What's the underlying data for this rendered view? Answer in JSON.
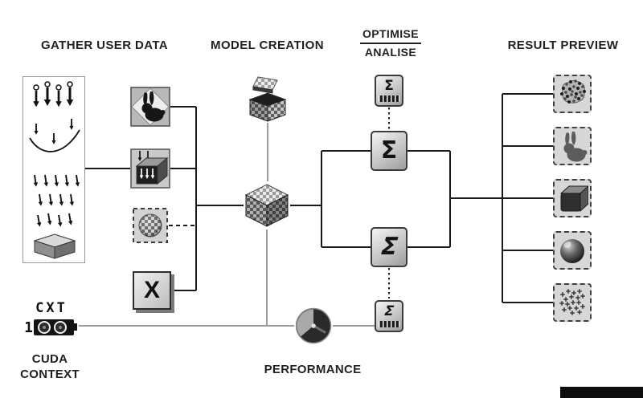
{
  "headers": {
    "gather": "GATHER USER DATA",
    "model": "MODEL CREATION",
    "optimise": "OPTIMISE",
    "analise": "ANALISE",
    "result": "RESULT PREVIEW"
  },
  "labels": {
    "performance": "PERFORMANCE",
    "cuda_line1": "CUDA",
    "cuda_line2": "CONTEXT"
  },
  "cuda_icon": {
    "text": "CXT",
    "digit": "1"
  },
  "glyphs": {
    "sigma": "Σ",
    "x": "X"
  },
  "colors": {
    "ink": "#231f20",
    "connector_black": "#1a1a1a",
    "connector_gray": "#9b9b9b",
    "tile_gray": "#d7d7d7",
    "dark": "#1b1b1b"
  },
  "icon_names": {
    "gather_sketches": "user-data-sketch-panel",
    "bunny_tile": "bunny-mesh-icon",
    "volume_arrows_tile": "volume-forces-icon",
    "dashed_sphere_tile": "implicit-sphere-icon",
    "x_tile": "x-function-icon",
    "exploded_cube": "exploded-cube-icon",
    "checkered_cube": "voxel-cube-icon",
    "sigma_small_top": "sigma-measure-icon",
    "sigma_big": "sigma-icon",
    "sigma_skewed": "sigma-skewed-icon",
    "sigma_small_bottom": "sigma-measure-skewed-icon",
    "gauge": "performance-gauge-icon",
    "cuda_card": "gpu-card-icon",
    "result_pointcloud": "point-cloud-icon",
    "result_bunny": "bunny-result-icon",
    "result_cube": "cube-result-icon",
    "result_sphere": "sphere-result-icon",
    "result_plus": "plus-points-icon"
  }
}
